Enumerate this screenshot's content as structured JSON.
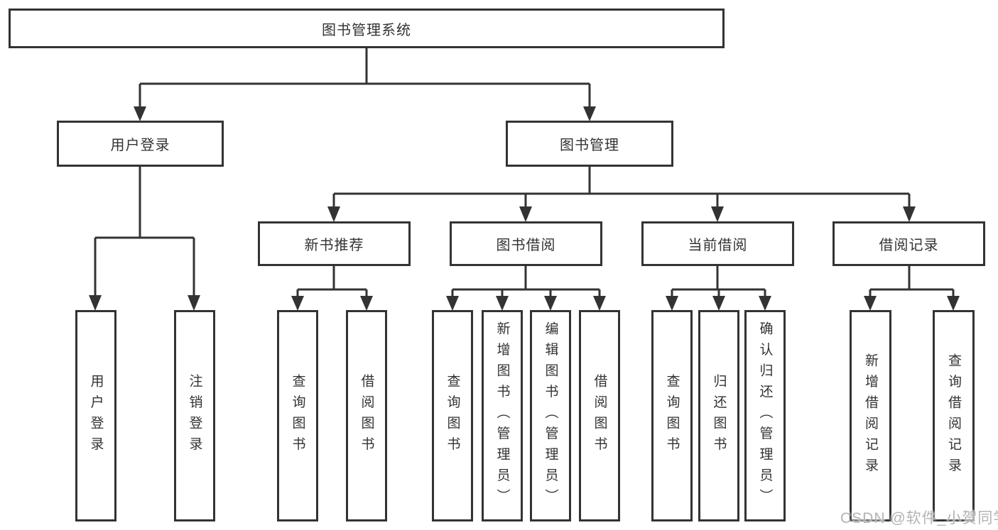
{
  "diagram": {
    "title": "图书管理系统",
    "nodes": {
      "root": "图书管理系统",
      "userLogin": "用户登录",
      "bookMgmt": "图书管理",
      "newBookRec": "新书推荐",
      "bookBorrow": "图书借阅",
      "currentBorrow": "当前借阅",
      "borrowRecord": "借阅记录",
      "leafUserLogin": "用户登录",
      "leafLogout": "注销登录",
      "leafRecQuery": "查询图书",
      "leafRecBorrow": "借阅图书",
      "leafBorrowQuery": "查询图书",
      "leafBorrowAdd": "新增图书（管理员）",
      "leafBorrowEdit": "编辑图书（管理员）",
      "leafBorrowLend": "借阅图书",
      "leafCurQuery": "查询图书",
      "leafCurReturn": "归还图书",
      "leafCurConfirm": "确认归还（管理员）",
      "leafRecordAdd": "新增借阅记录",
      "leafRecordQuery": "查询借阅记录"
    },
    "colors": {
      "line": "#333333",
      "text": "#333333",
      "background": "#ffffff",
      "watermark": "#b3b3b3"
    },
    "watermark": "CSDN @软件_小贺同学"
  }
}
